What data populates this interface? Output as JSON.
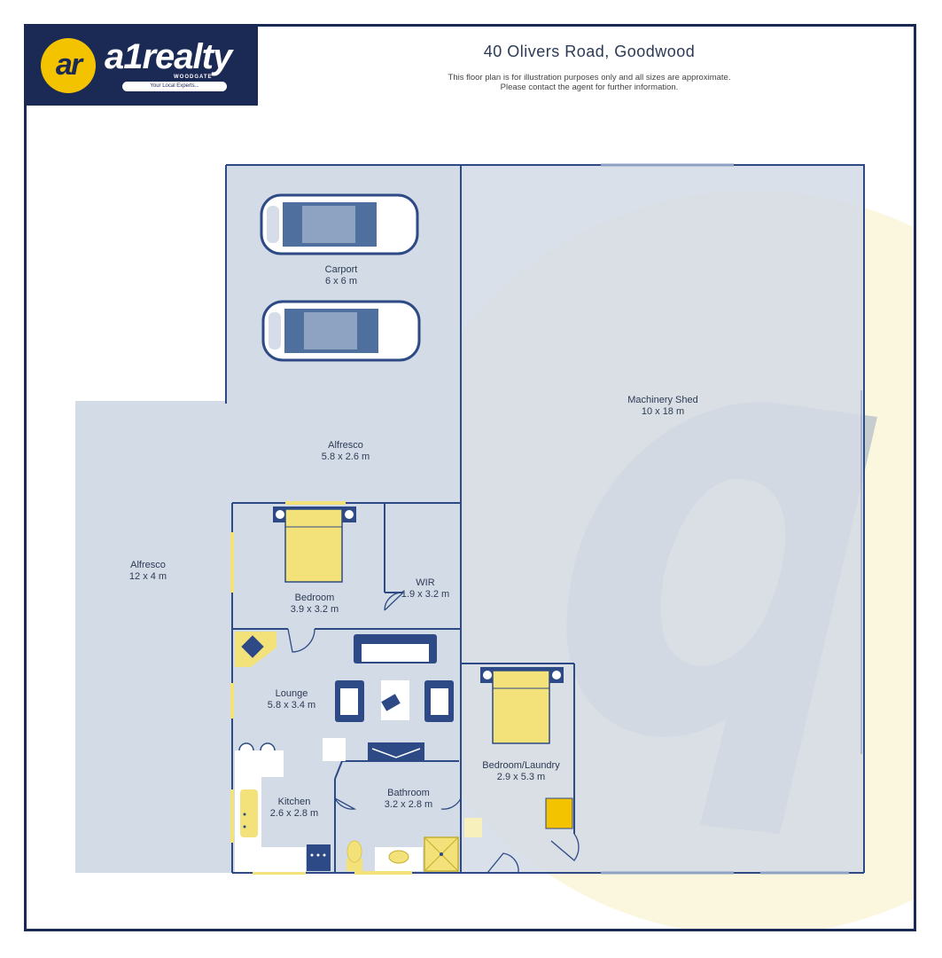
{
  "header": {
    "brand_mark": "ar",
    "brand_name": "a1realty",
    "brand_location": "WOODGATE",
    "brand_tagline": "Your Local Experts...",
    "address": "40 Olivers Road, Goodwood",
    "disclaimer_line1": "This floor plan is for illustration purposes only and all sizes are approximate.",
    "disclaimer_line2": "Please contact the agent for further information."
  },
  "rooms": {
    "carport": {
      "name": "Carport",
      "size": "6 x 6 m"
    },
    "machinery_shed": {
      "name": "Machinery Shed",
      "size": "10 x 18 m"
    },
    "alfresco_main": {
      "name": "Alfresco",
      "size": "5.8 x 2.6 m"
    },
    "alfresco_side": {
      "name": "Alfresco",
      "size": "12 x 4 m"
    },
    "bedroom": {
      "name": "Bedroom",
      "size": "3.9 x 3.2 m"
    },
    "wir": {
      "name": "WIR",
      "size": "1.9 x 3.2 m"
    },
    "lounge": {
      "name": "Lounge",
      "size": "5.8 x 3.4 m"
    },
    "kitchen": {
      "name": "Kitchen",
      "size": "2.6 x 2.8 m"
    },
    "bathroom": {
      "name": "Bathroom",
      "size": "3.2 x 2.8 m"
    },
    "bedroom_laundry": {
      "name": "Bedroom/Laundry",
      "size": "2.9 x 5.3 m"
    }
  },
  "colors": {
    "navy": "#1b2a55",
    "wall": "#2d4a86",
    "floor": "#d6dde8",
    "yellow": "#f3e27a",
    "gold": "#f3c300",
    "car_blue": "#2e5a94"
  }
}
